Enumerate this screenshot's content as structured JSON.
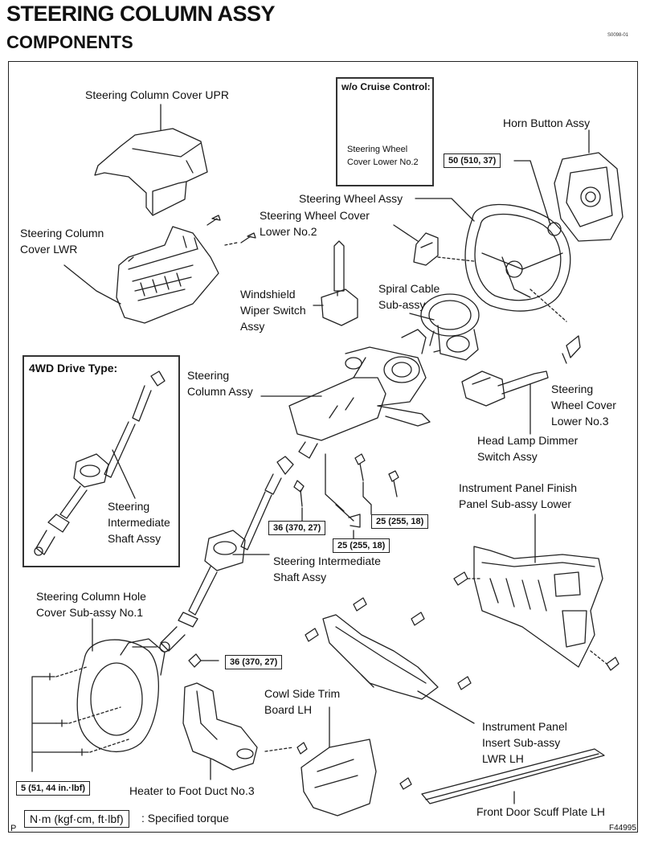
{
  "header": {
    "title": "STEERING COLUMN ASSY",
    "subtitle": "COMPONENTS",
    "doc_code": "S0098-01"
  },
  "insets": {
    "cruise": {
      "title": "w/o Cruise Control:",
      "label_line1": "Steering Wheel",
      "label_line2": "Cover Lower No.2"
    },
    "fourwd": {
      "title": "4WD Drive Type:",
      "label_line1": "Steering",
      "label_line2": "Intermediate",
      "label_line3": "Shaft Assy"
    }
  },
  "parts": {
    "column_cover_upr": "Steering Column Cover UPR",
    "column_cover_lwr_1": "Steering Column",
    "column_cover_lwr_2": "Cover LWR",
    "horn_button": "Horn Button Assy",
    "wheel_assy": "Steering Wheel Assy",
    "wheel_cover_no2_1": "Steering Wheel Cover",
    "wheel_cover_no2_2": "Lower No.2",
    "wiper_switch_1": "Windshield",
    "wiper_switch_2": "Wiper Switch",
    "wiper_switch_3": "Assy",
    "spiral_cable_1": "Spiral Cable",
    "spiral_cable_2": "Sub-assy",
    "column_assy_1": "Steering",
    "column_assy_2": "Column Assy",
    "wheel_cover_no3_1": "Steering",
    "wheel_cover_no3_2": "Wheel Cover",
    "wheel_cover_no3_3": "Lower No.3",
    "headlamp_switch_1": "Head Lamp Dimmer",
    "headlamp_switch_2": "Switch Assy",
    "panel_finish_1": "Instrument Panel Finish",
    "panel_finish_2": "Panel Sub-assy Lower",
    "intermediate_shaft_1": "Steering Intermediate",
    "intermediate_shaft_2": "Shaft Assy",
    "hole_cover_1": "Steering Column Hole",
    "hole_cover_2": "Cover Sub-assy No.1",
    "cowl_trim_1": "Cowl Side Trim",
    "cowl_trim_2": "Board LH",
    "panel_insert_1": "Instrument Panel",
    "panel_insert_2": "Insert Sub-assy",
    "panel_insert_3": "LWR LH",
    "heater_duct": "Heater to Foot Duct No.3",
    "scuff_plate": "Front Door Scuff Plate LH"
  },
  "torques": {
    "horn": "50 (510, 37)",
    "col_bolt_1": "36 (370, 27)",
    "col_bolt_2": "25 (255, 18)",
    "col_bolt_3": "25 (255, 18)",
    "shaft_bolt": "36 (370, 27)",
    "hole_cover_bolts": "5 (51, 44 in.·lbf)"
  },
  "legend": {
    "unit": "N·m (kgf·cm, ft·lbf)",
    "text": ": Specified torque"
  },
  "footer": {
    "letter": "P",
    "figure_no": "F44995"
  }
}
